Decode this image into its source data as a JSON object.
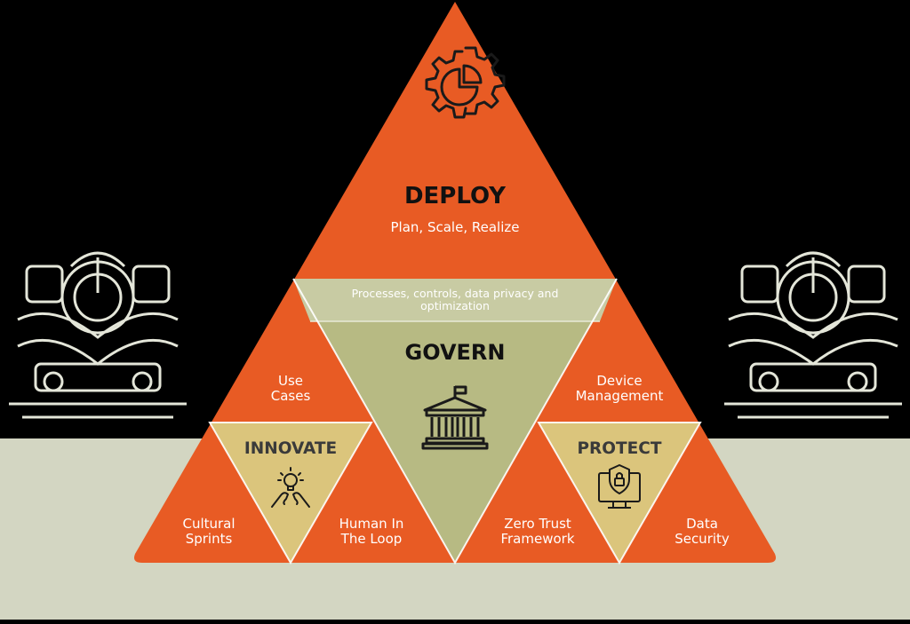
{
  "colors": {
    "orange": "#e85b24",
    "sage": "#b7ba83",
    "sage_light": "#c8cba3",
    "khaki": "#dbc57c",
    "ground": "#d3d6c2",
    "ornament": "#e4e6d9",
    "background": "#000000"
  },
  "deploy": {
    "title": "DEPLOY",
    "subtitle": "Plan, Scale, Realize",
    "icon": "gear-chart-icon"
  },
  "govern": {
    "banner_line1": "Processes, controls, data privacy and",
    "banner_line2": "optimization",
    "title": "GOVERN",
    "icon": "government-building-icon"
  },
  "innovate": {
    "title": "INNOVATE",
    "icon": "lightbulb-hands-icon",
    "use_cases": [
      "Use",
      "Cases"
    ],
    "cultural_sprints": [
      "Cultural",
      "Sprints"
    ],
    "human_in_loop": [
      "Human In",
      "The Loop"
    ]
  },
  "protect": {
    "title": "PROTECT",
    "icon": "monitor-lock-icon",
    "device_management": [
      "Device",
      "Management"
    ],
    "zero_trust": [
      "Zero Trust",
      "Framework"
    ],
    "data_security": [
      "Data",
      "Security"
    ]
  },
  "decorations": {
    "left": "ornate-motif-icon",
    "right": "ornate-motif-icon"
  }
}
